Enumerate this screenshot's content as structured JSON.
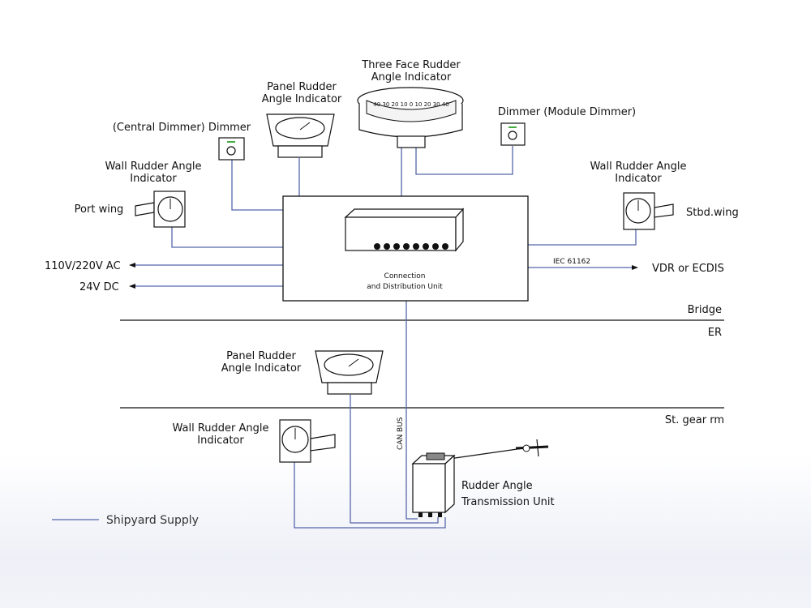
{
  "labels": {
    "three_face": [
      "Three Face Rudder",
      "Angle Indicator"
    ],
    "panel_top": [
      "Panel Rudder",
      "Angle Indicator"
    ],
    "central_dimmer": "(Central Dimmer) Dimmer",
    "module_dimmer": "Dimmer (Module Dimmer)",
    "wall_port": [
      "Wall Rudder Angle",
      "Indicator"
    ],
    "port_wing": "Port wing",
    "wall_stbd": [
      "Wall Rudder Angle",
      "Indicator"
    ],
    "stbd_wing": "Stbd.wing",
    "ac_power": "110V/220V AC",
    "dc_power": "24V DC",
    "cdu": [
      "Connection",
      "and Distribution Unit"
    ],
    "iec": "IEC 61162",
    "vdr": "VDR or ECDIS",
    "bridge": "Bridge",
    "er": "ER",
    "panel_er": [
      "Panel Rudder",
      "Angle Indicator"
    ],
    "st_gear": "St. gear rm",
    "wall_gear": [
      "Wall Rudder Angle",
      "Indicator"
    ],
    "can_bus": "CAN BUS",
    "rtu": [
      "Rudder Angle",
      "Transmission Unit"
    ],
    "legend": "Shipyard Supply",
    "scale_ticks": "40 30 20 10 0 10 20 30 40"
  },
  "colors": {
    "wire": "#5566aa",
    "line": "#111111"
  },
  "icons": {
    "three_face": "three-face-indicator-icon",
    "panel": "panel-indicator-icon",
    "wall": "wall-indicator-icon",
    "dimmer": "dimmer-icon",
    "cdu": "distribution-unit-icon",
    "rtu": "transmission-unit-icon"
  }
}
